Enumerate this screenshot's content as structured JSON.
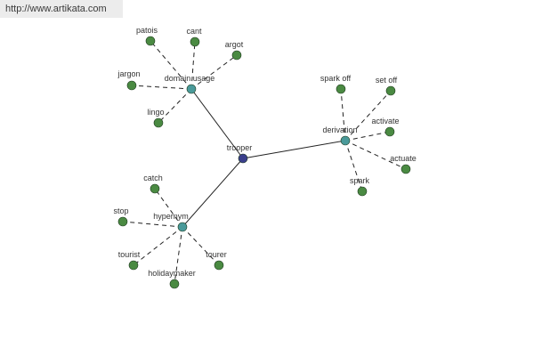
{
  "header": {
    "url": "http://www.artikata.com"
  },
  "colors": {
    "root": "#3a3f8c",
    "hub": "#4a9a9a",
    "leaf": "#4a8a42"
  },
  "graph": {
    "root": {
      "id": "trooper",
      "label": "trooper",
      "kind": "root"
    },
    "hubs": [
      {
        "id": "domain-usage",
        "label": "domain usage",
        "leaves": [
          "patois",
          "cant",
          "argot",
          "jargon",
          "lingo"
        ]
      },
      {
        "id": "derivation",
        "label": "derivation",
        "leaves": [
          "spark off",
          "set off",
          "activate",
          "actuate",
          "spark"
        ]
      },
      {
        "id": "hypernym",
        "label": "hypernym",
        "leaves": [
          "catch",
          "stop",
          "tourist",
          "holidaymaker",
          "tourer"
        ]
      }
    ]
  }
}
